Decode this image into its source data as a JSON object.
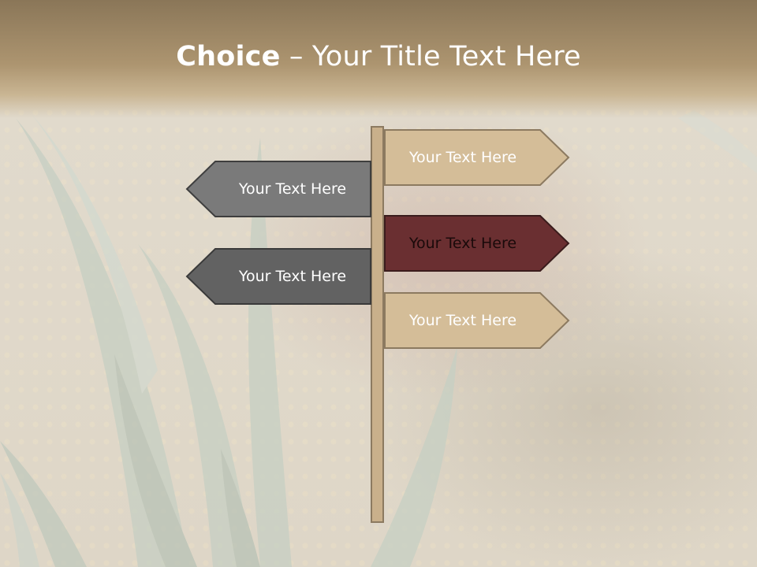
{
  "title": {
    "bold": "Choice",
    "rest": " – Your Title Text Here"
  },
  "signs": {
    "right_1": "Your Text Here",
    "right_2": "Your Text Here",
    "right_3": "Your Text Here",
    "left_1": "Your Text Here",
    "left_2": "Your Text Here"
  },
  "colors": {
    "tan_sign": "#d4bd98",
    "tan_border": "#8c7a60",
    "maroon_sign": "#6a2f31",
    "gray_sign_light": "#7a7a7a",
    "gray_sign_dark": "#626262",
    "title_bar": "#ad9570"
  }
}
